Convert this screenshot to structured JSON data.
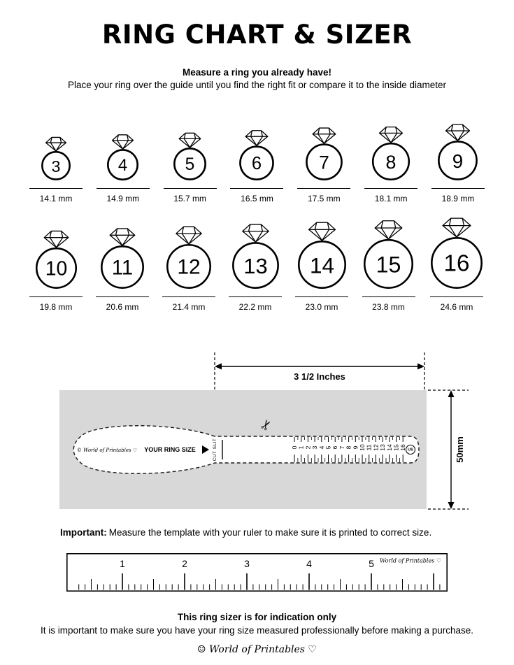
{
  "page": {
    "title": "RING CHART & SIZER",
    "intro_bold": "Measure a ring you already have!",
    "intro_text": "Place your ring over the guide until you find the right fit or compare it to the inside diameter"
  },
  "rings": {
    "rows": [
      [
        {
          "size": "3",
          "label": "14.1 mm",
          "mm": 14.1
        },
        {
          "size": "4",
          "label": "14.9 mm",
          "mm": 14.9
        },
        {
          "size": "5",
          "label": "15.7 mm",
          "mm": 15.7
        },
        {
          "size": "6",
          "label": "16.5 mm",
          "mm": 16.5
        },
        {
          "size": "7",
          "label": "17.5 mm",
          "mm": 17.5
        },
        {
          "size": "8",
          "label": "18.1 mm",
          "mm": 18.1
        },
        {
          "size": "9",
          "label": "18.9 mm",
          "mm": 18.9
        }
      ],
      [
        {
          "size": "10",
          "label": "19.8 mm",
          "mm": 19.8
        },
        {
          "size": "11",
          "label": "20.6 mm",
          "mm": 20.6
        },
        {
          "size": "12",
          "label": "21.4 mm",
          "mm": 21.4
        },
        {
          "size": "13",
          "label": "22.2 mm",
          "mm": 22.2
        },
        {
          "size": "14",
          "label": "23.0 mm",
          "mm": 23.0
        },
        {
          "size": "15",
          "label": "23.8 mm",
          "mm": 23.8
        },
        {
          "size": "16",
          "label": "24.6 mm",
          "mm": 24.6
        }
      ]
    ]
  },
  "sizer": {
    "width_label": "3 1/2 Inches",
    "height_label": "50mm",
    "brand": "© World of Printables ♡",
    "your_ring_size_label": "YOUR RING SIZE",
    "cut_slit_label": "CUT SLIT",
    "us_label": "US",
    "gauge_numbers": [
      "0",
      "1",
      "2",
      "3",
      "4",
      "5",
      "6",
      "7",
      "8",
      "9",
      "10",
      "11",
      "12",
      "13",
      "14",
      "15",
      "16"
    ]
  },
  "important": {
    "label": "Important:",
    "text": "Measure the template with your ruler to make sure it is printed to correct size."
  },
  "ruler": {
    "numbers": [
      "1",
      "2",
      "3",
      "4",
      "5"
    ],
    "brand": "World of Printables ♡"
  },
  "footer": {
    "bold": "This ring sizer is for indication only",
    "text": "It is important to make sure you have your ring size measured professionally before making a purchase.",
    "logo": "☺ World of Printables ♡"
  }
}
